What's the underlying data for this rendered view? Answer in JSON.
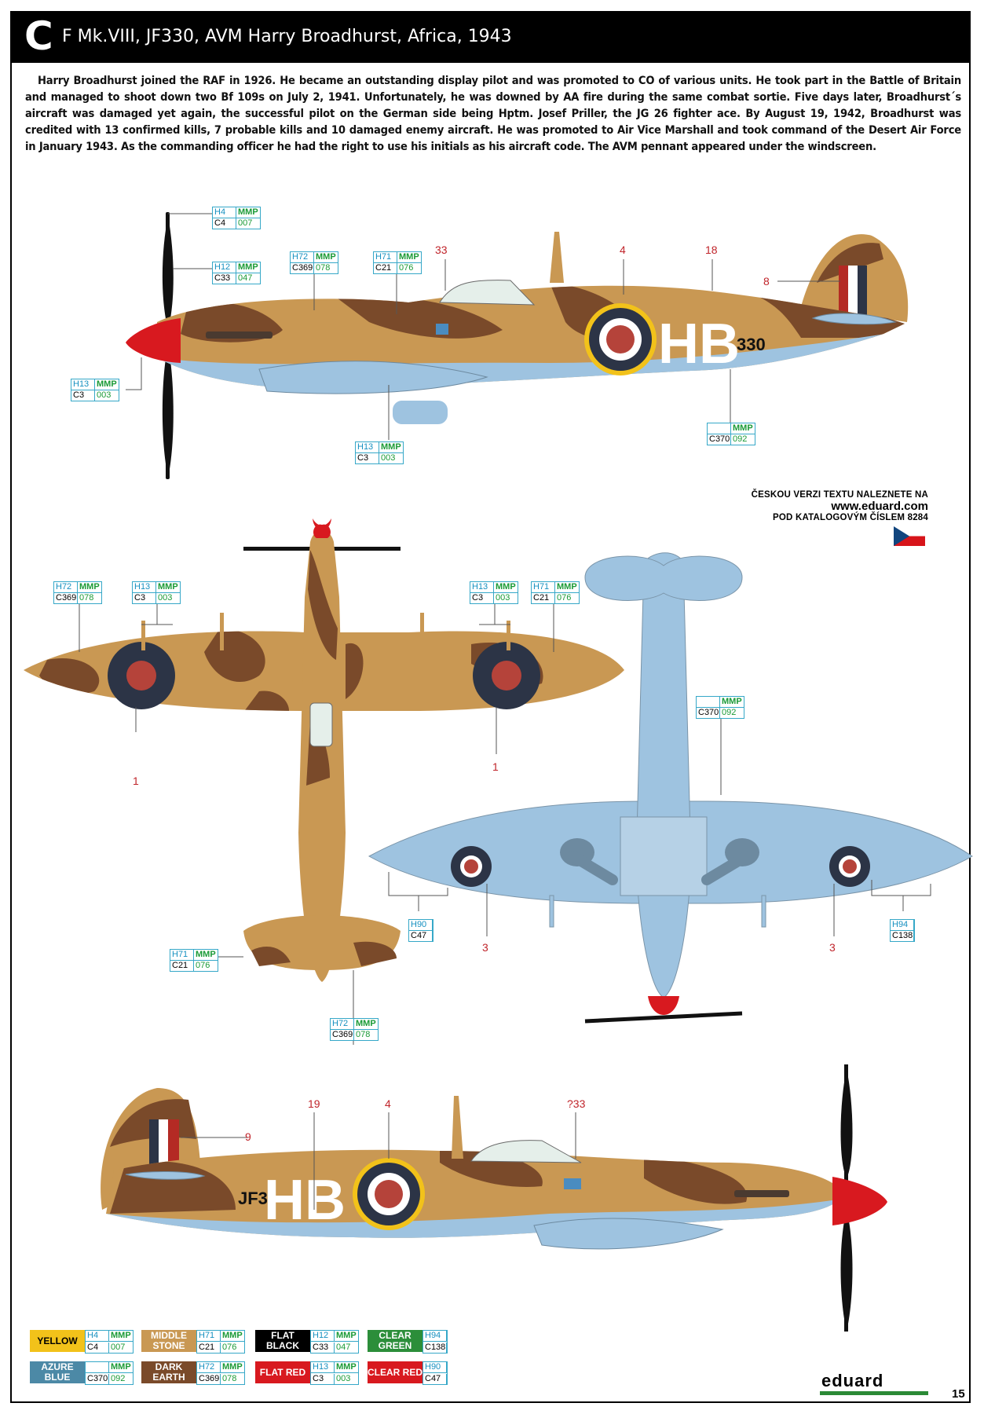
{
  "header": {
    "letter": "C",
    "title": "F Mk.VIII, JF330, AVM Harry Broadhurst, Africa, 1943"
  },
  "intro": "Harry Broadhurst joined the RAF in 1926. He became an outstanding display pilot and was promoted to CO of various units. He took part in the Battle of Britain and managed to shoot down two Bf 109s on July 2, 1941. Unfortunately, he was downed by AA fire during the same combat sortie. Five days later, Broadhurst´s aircraft was damaged yet again, the successful pilot on the German side being Hptm. Josef Priller, the JG 26 fighter ace. By August 19, 1942, Broadhurst was credited with 13 confirmed kills, 7 probable kills and 10 damaged enemy aircraft. He was promoted to Air Vice Marshall and took command of the Desert Air Force in January 1943. As the commanding officer he had the right to use his initials as his aircraft code. The AVM pennant appeared under the windscreen.",
  "czech": {
    "line1": "ČESKOU VERZI TEXTU NALEZNETE NA",
    "line2": "www.eduard.com",
    "line3": "POD KATALOGOVÝM ČÍSLEM 8284"
  },
  "markings": {
    "code": "HB",
    "serial_top": "330",
    "serial_bottom": "JF3"
  },
  "colors": {
    "desert_tan": "#c99853",
    "dark_earth": "#7a4a2a",
    "azure": "#9ec3e0",
    "red": "#d8191f",
    "roundel_blue": "#2c3446",
    "roundel_red": "#b5433a",
    "yellow": "#f2c21a"
  },
  "callouts": [
    {
      "id": "t1",
      "h": "H4",
      "mmp": "MMP",
      "c": "C4",
      "n": "007"
    },
    {
      "id": "t2",
      "h": "H12",
      "mmp": "MMP",
      "c": "C33",
      "n": "047"
    },
    {
      "id": "t3",
      "h": "H72",
      "mmp": "MMP",
      "c": "C369",
      "n": "078"
    },
    {
      "id": "t4",
      "h": "H71",
      "mmp": "MMP",
      "c": "C21",
      "n": "076"
    },
    {
      "id": "t5",
      "h": "H13",
      "mmp": "MMP",
      "c": "C3",
      "n": "003"
    },
    {
      "id": "t6",
      "h": "H13",
      "mmp": "MMP",
      "c": "C3",
      "n": "003"
    },
    {
      "id": "t7",
      "h": "",
      "mmp": "MMP",
      "c": "C370",
      "n": "092"
    },
    {
      "id": "t8",
      "h": "H72",
      "mmp": "MMP",
      "c": "C369",
      "n": "078"
    },
    {
      "id": "t9",
      "h": "H13",
      "mmp": "MMP",
      "c": "C3",
      "n": "003"
    },
    {
      "id": "t10",
      "h": "H13",
      "mmp": "MMP",
      "c": "C3",
      "n": "003"
    },
    {
      "id": "t11",
      "h": "H71",
      "mmp": "MMP",
      "c": "C21",
      "n": "076"
    },
    {
      "id": "t12",
      "h": "",
      "mmp": "MMP",
      "c": "C370",
      "n": "092"
    },
    {
      "id": "t13",
      "h": "H90",
      "mmp": "",
      "c": "C47",
      "n": ""
    },
    {
      "id": "t14",
      "h": "H94",
      "mmp": "",
      "c": "C138",
      "n": ""
    },
    {
      "id": "t15",
      "h": "H71",
      "mmp": "MMP",
      "c": "C21",
      "n": "076"
    },
    {
      "id": "t16",
      "h": "H72",
      "mmp": "MMP",
      "c": "C369",
      "n": "078"
    }
  ],
  "numbers": [
    "33",
    "4",
    "18",
    "8",
    "1",
    "1",
    "3",
    "3",
    "19",
    "4",
    "?33",
    "9"
  ],
  "legend": [
    {
      "name": "YELLOW",
      "bg": "#f2c21a",
      "fg": "#000",
      "h": "H4",
      "mmp": "MMP",
      "c": "C4",
      "n": "007"
    },
    {
      "name": "MIDDLE STONE",
      "bg": "#c99853",
      "fg": "#fff",
      "h": "H71",
      "mmp": "MMP",
      "c": "C21",
      "n": "076"
    },
    {
      "name": "FLAT BLACK",
      "bg": "#000000",
      "fg": "#fff",
      "h": "H12",
      "mmp": "MMP",
      "c": "C33",
      "n": "047"
    },
    {
      "name": "CLEAR GREEN",
      "bg": "#2c8e3a",
      "fg": "#fff",
      "h": "H94",
      "mmp": "",
      "c": "C138",
      "n": ""
    },
    {
      "name": "AZURE BLUE",
      "bg": "#4c89a6",
      "fg": "#fff",
      "h": "",
      "mmp": "MMP",
      "c": "C370",
      "n": "092"
    },
    {
      "name": "DARK EARTH",
      "bg": "#7a4a2a",
      "fg": "#fff",
      "h": "H72",
      "mmp": "MMP",
      "c": "C369",
      "n": "078"
    },
    {
      "name": "FLAT RED",
      "bg": "#d8191f",
      "fg": "#fff",
      "h": "H13",
      "mmp": "MMP",
      "c": "C3",
      "n": "003"
    },
    {
      "name": "CLEAR RED",
      "bg": "#d8191f",
      "fg": "#fff",
      "h": "H90",
      "mmp": "",
      "c": "C47",
      "n": ""
    }
  ],
  "footer": {
    "brand": "eduard",
    "page": "15"
  }
}
